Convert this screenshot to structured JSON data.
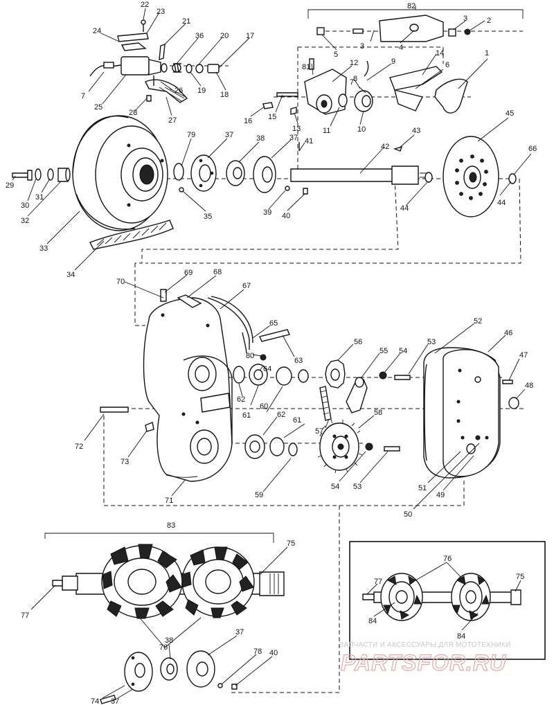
{
  "callouts": {
    "c1": "1",
    "c2": "2",
    "c3a": "3",
    "c3b": "3",
    "c4": "4",
    "c5": "5",
    "c6": "6",
    "c7a": "7",
    "c7b": "7",
    "c8": "8",
    "c9": "9",
    "c10": "10",
    "c11": "11",
    "c12": "12",
    "c13": "13",
    "c14": "14",
    "c15": "15",
    "c16": "16",
    "c17": "17",
    "c18": "18",
    "c19": "19",
    "c20": "20",
    "c21": "21",
    "c22": "22",
    "c23": "23",
    "c24": "24",
    "c25": "25",
    "c26": "26",
    "c27": "27",
    "c28": "28",
    "c29": "29",
    "c30": "30",
    "c31": "31",
    "c32": "32",
    "c33": "33",
    "c34": "34",
    "c35": "35",
    "c36": "36",
    "c37a": "37",
    "c37b": "37",
    "c37c": "37",
    "c38a": "38",
    "c38b": "38",
    "c39": "39",
    "c40a": "40",
    "c40b": "40",
    "c41": "41",
    "c42": "42",
    "c43": "43",
    "c44a": "44",
    "c44b": "44",
    "c45": "45",
    "c46": "46",
    "c47": "47",
    "c48": "48",
    "c49": "49",
    "c50": "50",
    "c51": "51",
    "c52": "52",
    "c53a": "53",
    "c53b": "53",
    "c54a": "54",
    "c54b": "54",
    "c55": "55",
    "c56": "56",
    "c57": "57",
    "c58": "58",
    "c59": "59",
    "c60": "60",
    "c61a": "61",
    "c61b": "61",
    "c62a": "62",
    "c62b": "62",
    "c63": "63",
    "c64": "64",
    "c65": "65",
    "c66": "66",
    "c67": "67",
    "c68": "68",
    "c69": "69",
    "c70": "70",
    "c71": "71",
    "c72": "72",
    "c73": "73",
    "c74": "74",
    "c75a": "75",
    "c75b": "75",
    "c76a": "76",
    "c76b": "76",
    "c77a": "77",
    "c77b": "77",
    "c78": "78",
    "c79": "79",
    "c80": "80",
    "c81": "81",
    "c82": "82",
    "c83": "83",
    "c84a": "84",
    "c84b": "84"
  },
  "watermark": {
    "caption": "ЗАПЧАСТИ И АКСЕССУАРЫ ДЛЯ МОТОТЕХНИКИ",
    "site": "PARTSFOR.RU"
  }
}
